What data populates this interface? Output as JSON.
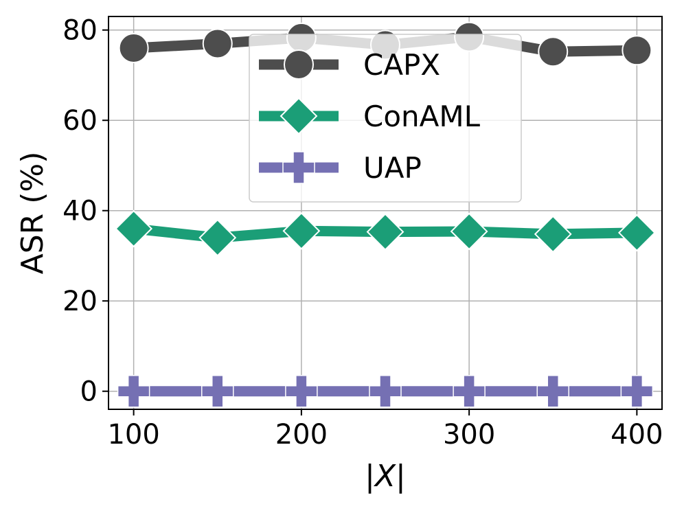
{
  "chart_data": {
    "type": "line",
    "title": "",
    "xlabel": "|X|",
    "ylabel": "ASR (%)",
    "x": [
      100,
      150,
      200,
      250,
      300,
      350,
      400
    ],
    "xlim": [
      85,
      415
    ],
    "ylim": [
      -4,
      83
    ],
    "xticks": [
      100,
      200,
      300,
      400
    ],
    "yticks": [
      0,
      20,
      40,
      60,
      80
    ],
    "xtick_labels": [
      "100",
      "200",
      "300",
      "400"
    ],
    "ytick_labels": [
      "0",
      "20",
      "40",
      "60",
      "80"
    ],
    "grid": true,
    "legend_position": "top-center",
    "series": [
      {
        "name": "CAPX",
        "color": "#4d4d4d",
        "marker": "circle",
        "values": [
          76.0,
          77.0,
          78.3,
          76.7,
          78.5,
          75.2,
          75.5
        ]
      },
      {
        "name": "ConAML",
        "color": "#1b9e77",
        "marker": "diamond",
        "values": [
          36.0,
          34.0,
          35.5,
          35.3,
          35.4,
          34.8,
          35.1
        ]
      },
      {
        "name": "UAP",
        "color": "#7570b3",
        "marker": "plus",
        "values": [
          0,
          0,
          0,
          0,
          0,
          0,
          0
        ]
      }
    ]
  }
}
